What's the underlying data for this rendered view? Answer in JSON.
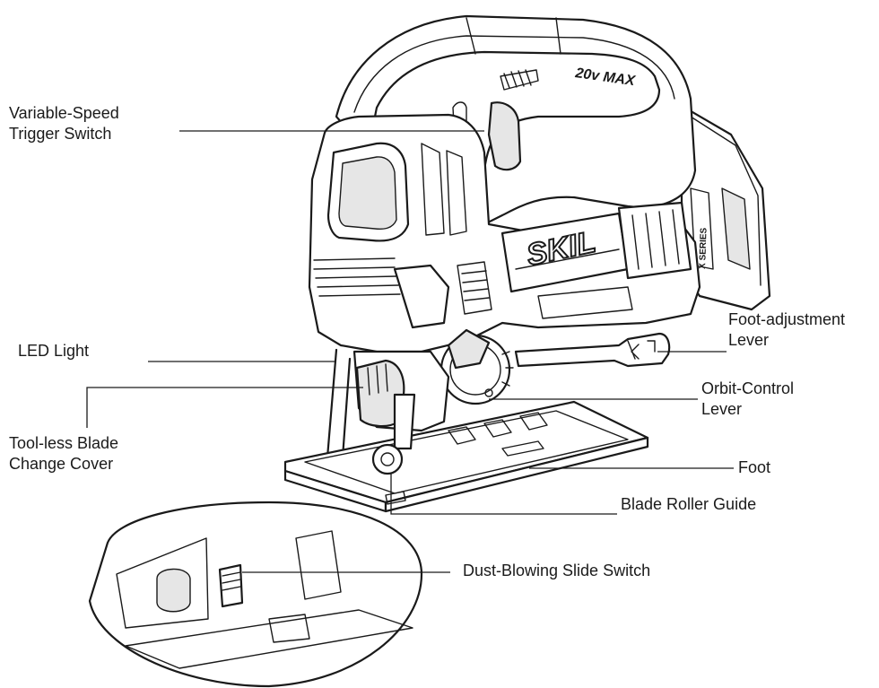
{
  "labels": {
    "trigger": [
      "Variable-Speed",
      "Trigger Switch"
    ],
    "led": [
      "LED Light"
    ],
    "blade_cover": [
      "Tool-less Blade",
      "Change Cover"
    ],
    "foot_adjust": [
      "Foot-adjustment",
      "Lever"
    ],
    "orbit": [
      "Orbit-Control",
      "Lever"
    ],
    "foot": [
      "Foot"
    ],
    "roller": [
      "Blade Roller Guide"
    ],
    "dust": [
      "Dust-Blowing Slide Switch"
    ]
  },
  "markings": {
    "voltage": "20v MAX",
    "brand": "SKIL",
    "series": "X SERIES"
  }
}
